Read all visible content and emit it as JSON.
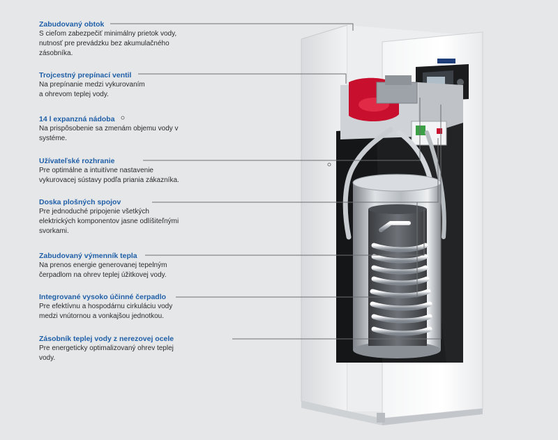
{
  "callouts": [
    {
      "title": "Zabudovaný obtok",
      "lines": [
        "S cieľom zabezpečiť minimálny prietok vody,",
        "nutnosť pre prevádzku bez akumulačného",
        "zásobníka."
      ]
    },
    {
      "title": "Trojcestný prepínací ventil",
      "lines": [
        "Na prepínanie medzi vykurovaním",
        "a ohrevom teplej vody."
      ]
    },
    {
      "title": "14 l expanzná nádoba",
      "lines": [
        "Na prispôsobenie sa zmenám objemu vody v",
        "systéme."
      ]
    },
    {
      "title": "Užívateľské rozhranie",
      "lines": [
        "Pre optimálne a intuitívne nastavenie",
        "vykurovacej sústavy podľa priania zákazníka."
      ]
    },
    {
      "title": "Doska plošných spojov",
      "lines": [
        "Pre jednoduché pripojenie všetkých",
        "elektrických komponentov jasne odlíšiteľnými",
        "svorkami."
      ]
    },
    {
      "title": "Zabudovaný výmenník tepla",
      "lines": [
        "Na prenos energie generovanej tepelným",
        "čerpadlom na ohrev teplej úžitkovej vody."
      ]
    },
    {
      "title": "Integrované vysoko účinné čerpadlo",
      "lines": [
        "Pre efektívnu a hospodárnu cirkuláciu vody",
        "medzi vnútornou a vonkajšou jednotkou."
      ]
    },
    {
      "title": "Zásobník teplej vody z nerezovej ocele",
      "lines": [
        "Pre energeticky optimalizovaný ohrev teplej",
        "vody."
      ]
    }
  ],
  "colors": {
    "background": "#e6e7e9",
    "title": "#1f5fa8",
    "text": "#2b2b2b",
    "leader": "#6d6f72",
    "valve_red": "#c8102e"
  }
}
